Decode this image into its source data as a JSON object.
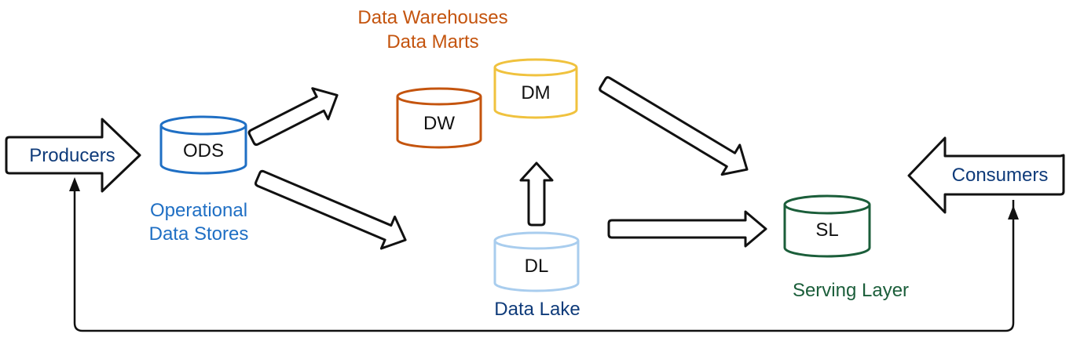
{
  "nodes": {
    "producers": {
      "label": "Producers"
    },
    "consumers": {
      "label": "Consumers"
    },
    "ods": {
      "label": "ODS",
      "caption_line1": "Operational",
      "caption_line2": "Data Stores"
    },
    "dw": {
      "label": "DW"
    },
    "dm": {
      "label": "DM"
    },
    "dl": {
      "label": "DL",
      "caption": "Data Lake"
    },
    "sl": {
      "label": "SL",
      "caption": "Serving Layer"
    }
  },
  "group_title": {
    "line1": "Data Warehouses",
    "line2": "Data Marts"
  },
  "colors": {
    "producers_text": "#0f3b7a",
    "consumers_text": "#0f3b7a",
    "ods": "#1f6fc4",
    "dw": "#c4540e",
    "dm": "#f0c23e",
    "dl": "#a9cdee",
    "dl_caption": "#0f3b7a",
    "sl": "#1b5e3a",
    "group_title": "#c4540e",
    "arrow": "#111111"
  }
}
